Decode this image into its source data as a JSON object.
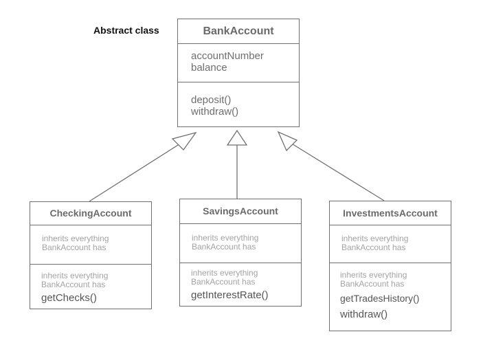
{
  "abstract_label": "Abstract class",
  "base": {
    "name": "BankAccount",
    "attributes": [
      "accountNumber",
      "balance"
    ],
    "methods": [
      "deposit()",
      "withdraw()"
    ]
  },
  "subclasses": [
    {
      "name": "CheckingAccount",
      "attributes_note": "inherits everything\nBankAccount has",
      "methods_note": "inherits everything\nBankAccount has",
      "methods": [
        "getChecks()"
      ]
    },
    {
      "name": "SavingsAccount",
      "attributes_note": "inherits everything\nBankAccount has",
      "methods_note": "inherits everything\nBankAccount has",
      "methods": [
        "getInterestRate()"
      ]
    },
    {
      "name": "InvestmentsAccount",
      "attributes_note": "inherits everything\nBankAccount has",
      "methods_note": "inherits everything\nBankAccount has",
      "methods": [
        "getTradesHistory()",
        "withdraw()"
      ]
    }
  ]
}
